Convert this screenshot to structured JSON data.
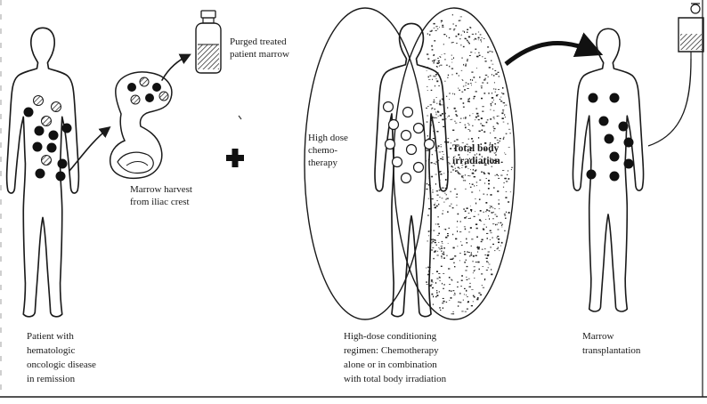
{
  "labels": {
    "purged_marrow": [
      "Purged treated",
      "patient marrow"
    ],
    "marrow_harvest": [
      "Marrow harvest",
      "from iliac crest"
    ],
    "high_dose_chemo": [
      "High dose",
      "chemo-",
      "therapy"
    ],
    "total_body_irradiation": [
      "Total body",
      "irradiation"
    ],
    "patient_caption": [
      "Patient with",
      "hematologic",
      "oncologic disease",
      "in remission"
    ],
    "conditioning_caption": [
      "High-dose conditioning",
      "regimen: Chemotherapy",
      "alone or in combination",
      "with total body irradiation"
    ],
    "transplant_caption": [
      "Marrow",
      "transplantation"
    ],
    "plus_sign": "+"
  },
  "colors": {
    "ink": "#1a1a1a",
    "background": "#ffffff"
  },
  "icons": [
    "human-figure-icon",
    "pelvis-bone-icon",
    "marrow-bottle-icon",
    "iv-bag-icon",
    "plus-icon",
    "curved-arrow-icon"
  ]
}
